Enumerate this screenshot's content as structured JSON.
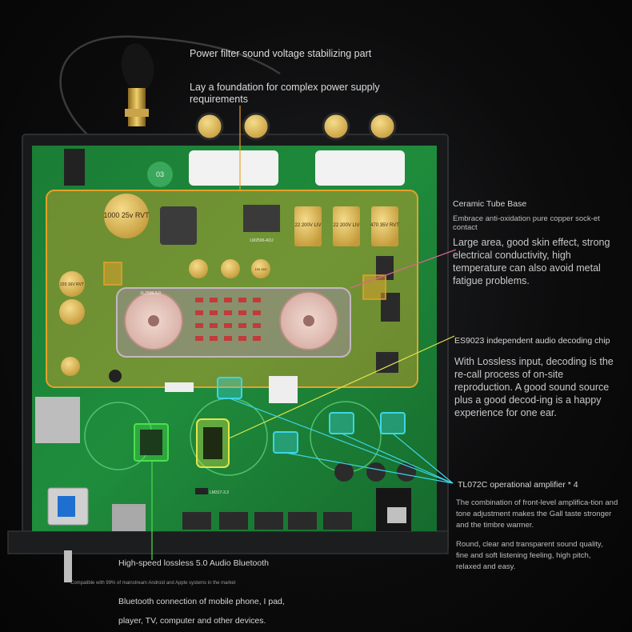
{
  "annotations": {
    "power_filter": {
      "title": "Power filter sound voltage stabilizing part",
      "body": "Lay a foundation for complex power supply requirements"
    },
    "tube_base": {
      "title": "Ceramic Tube Base",
      "subtitle": "Embrace anti-oxidation pure copper sock-et contact",
      "body": "Large area, good skin effect, strong electrical conductivity, high temperature can also avoid metal fatigue problems."
    },
    "decoding_chip": {
      "title": "ES9023 independent audio decoding chip",
      "body": "With Lossless input, decoding is the re-call process of on-site reproduction. A good sound source plus a good decod-ing is a happy experience for one ear."
    },
    "op_amp": {
      "title": "TL072C operational amplifier * 4",
      "body1": "The combination of front-level amplifica-tion and tone adjustment makes the Gall taste stronger and the timbre warmer.",
      "body2": "Round, clear and transparent sound quality, fine and soft listening feeling, high pitch, relaxed and easy."
    },
    "bluetooth": {
      "title": "High-speed lossless 5.0 Audio Bluetooth",
      "compat": "Compatible with 99% of mainstream Android and Apple systems in the market",
      "body1": "Bluetooth connection of mobile phone, I pad,",
      "body2": "player, TV, computer and other devices."
    }
  },
  "board_markings": {
    "cap_large": "1000 25v RVT",
    "cap_mid_a": "22 200V LIV",
    "cap_mid_b": "22 200V LIV",
    "cap_mid_c": "470 35V RVT",
    "cap_small": "220 16V RVT",
    "cap_tiny": "100 16V",
    "regulator": "LM2596-ADJ",
    "relay": "XL2596-5.0",
    "chip_label": "LM317-3.3",
    "sticker": "03"
  },
  "colors": {
    "accent_orange": "#e3a22a",
    "accent_cyan": "#3cd6e6",
    "accent_green": "#4be04b",
    "accent_yellow": "#e3e64a",
    "accent_pink": "#d46a8a",
    "pcb_green": "#1f8a3a",
    "chassis": "#1b1c1e"
  }
}
